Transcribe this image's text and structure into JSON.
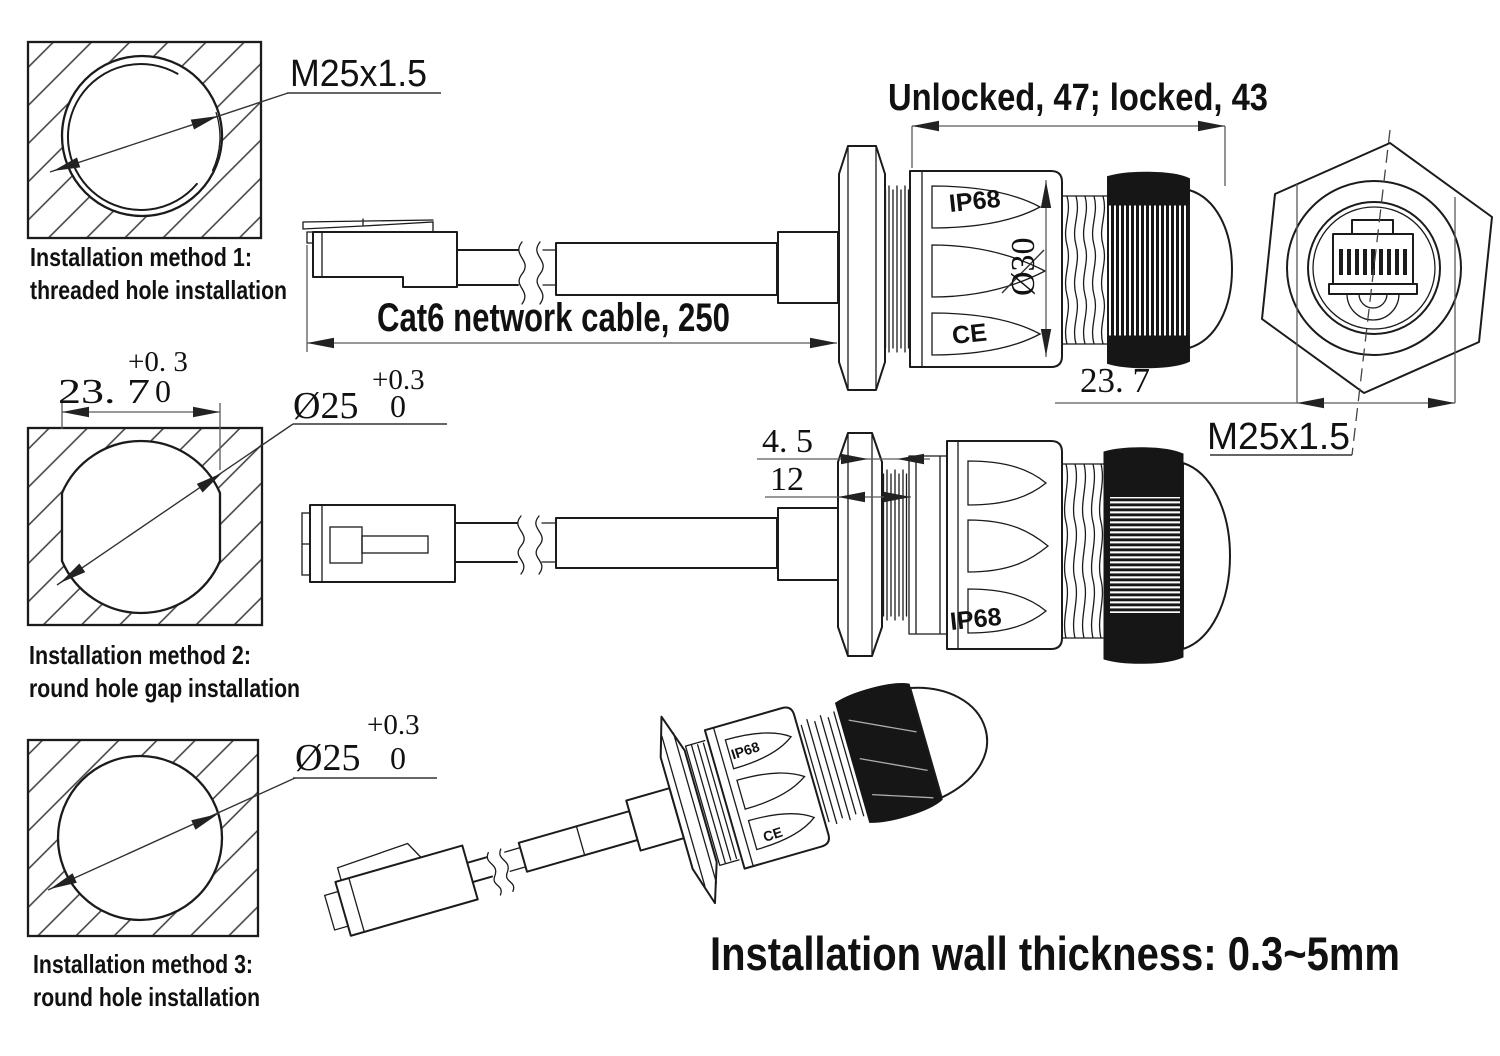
{
  "drawing": {
    "method1": {
      "label": "M25x1.5",
      "caption1": "Installation method 1:",
      "caption2": "threaded hole installation"
    },
    "method2": {
      "tol_plus": "+0. 3",
      "tol_zero": "0",
      "width": "23. 7",
      "dia": "Ø25",
      "dia_tol_plus": "+0.3",
      "dia_tol_zero": "0",
      "caption1": "Installation method 2:",
      "caption2": "round hole gap installation"
    },
    "method3": {
      "dia": "Ø25",
      "dia_tol_plus": "+0.3",
      "dia_tol_zero": "0",
      "caption1": "Installation method 3:",
      "caption2": "round hole installation"
    },
    "side_view": {
      "length_label": "Unlocked, 47; locked, 43",
      "cable_label": "Cat6 network cable, 250",
      "ip_rating": "IP68",
      "ce_mark": "CE",
      "body_dia": "Ø30",
      "nut_width": "23. 7"
    },
    "mid_view": {
      "flange_thickness": "4. 5",
      "thread_length": "12",
      "ip_rating": "IP68"
    },
    "front_view": {
      "thread_label": "M25x1.5"
    },
    "iso_view": {
      "ip_rating": "IP68",
      "ce_mark": "CE"
    },
    "footer_note": "Installation wall thickness: 0.3~5mm"
  }
}
